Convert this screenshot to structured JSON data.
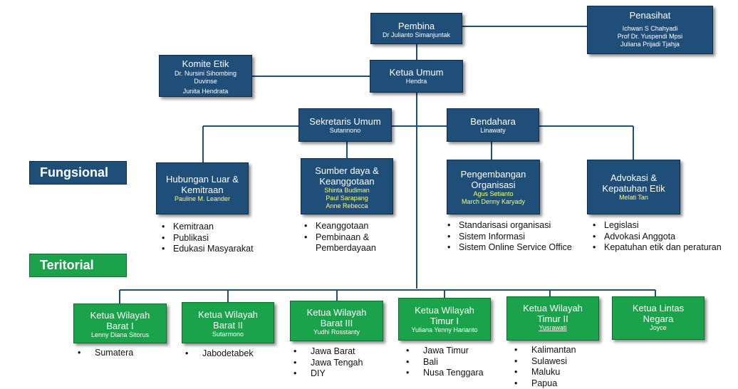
{
  "pembina": {
    "title": "Pembina",
    "name": "Dr Julianto Simanjuntak"
  },
  "penasihat": {
    "title": "Penasihat",
    "names": [
      "Ichwan S Chahyadi",
      "Prof Dr. Yuspendi Mpsi",
      "Juliana Prijadi Tjahja"
    ]
  },
  "komite_etik": {
    "title": "Komite Etik",
    "names": [
      "Dr. Nursini Sihombing",
      "Duvinse",
      "Junita Hendrata"
    ]
  },
  "ketua_umum": {
    "title": "Ketua Umum",
    "name": "Hendra"
  },
  "sekretaris_umum": {
    "title": "Sekretaris Umum",
    "name": "Sutannono"
  },
  "bendahara": {
    "title": "Bendahara",
    "name": "Linawaty"
  },
  "sections": {
    "fungsional": "Fungsional",
    "teritorial": "Teritorial"
  },
  "fungsional": [
    {
      "title": [
        "Hubungan Luar &",
        "Kemitraan"
      ],
      "names": [
        "Pauline M. Leander"
      ],
      "items": [
        "Kemitraan",
        "Publikasi",
        "Edukasi Masyarakat"
      ]
    },
    {
      "title": [
        "Sumber daya &",
        "Keanggotaan"
      ],
      "names": [
        "Shinta Budiman",
        "Paul Sarapang",
        "Anne Rebecca"
      ],
      "items": [
        "Keanggotaan",
        "Pembinaan &",
        "Pemberdayaan"
      ]
    },
    {
      "title": [
        "Pengembangan",
        "Organisasi"
      ],
      "names": [
        "Agus Setianto",
        "March Denny Karyady"
      ],
      "items": [
        "Standarisasi organisasi",
        "Sistem Informasi",
        "Sistem Online Service Office"
      ]
    },
    {
      "title": [
        "Advokasi &",
        "Kepatuhan Etik"
      ],
      "names": [
        "Melati Tan"
      ],
      "items": [
        "Legislasi",
        "Advokasi Anggota",
        "Kepatuhan etik dan peraturan"
      ]
    }
  ],
  "teritorial": [
    {
      "title": [
        "Ketua Wilayah",
        "Barat I"
      ],
      "name": "Lenny Diana Sitorus",
      "items": [
        "Sumatera"
      ]
    },
    {
      "title": [
        "Ketua Wilayah",
        "Barat II"
      ],
      "name": "Sutarmono",
      "items": [
        "Jabodetabek"
      ]
    },
    {
      "title": [
        "Ketua Wilayah",
        "Barat III"
      ],
      "name": "Yudhi Rosstanty",
      "items": [
        "Jawa Barat",
        "Jawa Tengah",
        "DIY"
      ]
    },
    {
      "title": [
        "Ketua Wilayah",
        "Timur I"
      ],
      "name": "Yuliana Yenny Harianto",
      "items": [
        "Jawa Timur",
        "Bali",
        "Nusa Tenggara"
      ]
    },
    {
      "title": [
        "Ketua Wilayah",
        "Timur II"
      ],
      "name": "Yusrawati",
      "items": [
        "Kalimantan",
        "Sulawesi",
        "Maluku",
        "Papua"
      ]
    },
    {
      "title": [
        "Ketua Lintas",
        "Negara"
      ],
      "name": "Joyce",
      "items": []
    }
  ],
  "colors": {
    "navy": "#1f4e79",
    "green": "#1aa34a",
    "highlight": "#ffff66",
    "connector": "#1f4e79"
  }
}
